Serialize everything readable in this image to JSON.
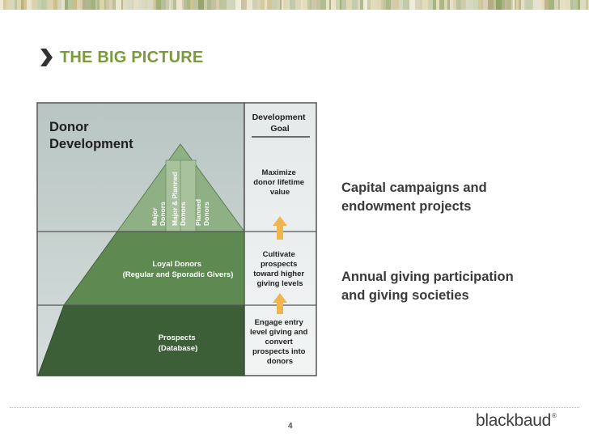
{
  "slide": {
    "title": "THE BIG PICTURE",
    "page_number": "4"
  },
  "diagram": {
    "heading": [
      "Donor",
      "Development"
    ],
    "goal_heading": [
      "Development",
      "Goal"
    ],
    "tiers": {
      "top_columns": [
        [
          "Major",
          "Donors"
        ],
        [
          "Major & Planned",
          "Donors"
        ],
        [
          "Planned",
          "Donors"
        ]
      ],
      "middle": [
        "Loyal Donors",
        "(Regular and Sporadic Givers)"
      ],
      "bottom": [
        "Prospects",
        "(Database)"
      ]
    },
    "goals": {
      "top": [
        "Maximize",
        "donor lifetime",
        "value"
      ],
      "middle": [
        "Cultivate",
        "prospects",
        "toward higher",
        "giving levels"
      ],
      "bottom": [
        "Engage entry",
        "level giving and",
        "convert",
        "prospects into",
        "donors"
      ]
    },
    "colors": {
      "top_green": "#8fb084",
      "middle_green": "#5e8a52",
      "bottom_green": "#3c5f37",
      "panel_gray": "#c7d2cf",
      "arrow_orange": "#f0b64e",
      "title_green": "#7a9a3c"
    }
  },
  "notes": {
    "top": [
      "Capital campaigns and",
      "endowment projects"
    ],
    "bottom": [
      "Annual giving participation",
      "and giving societies"
    ]
  },
  "footer": {
    "logo": "blackbaud",
    "logo_mark": "®"
  }
}
